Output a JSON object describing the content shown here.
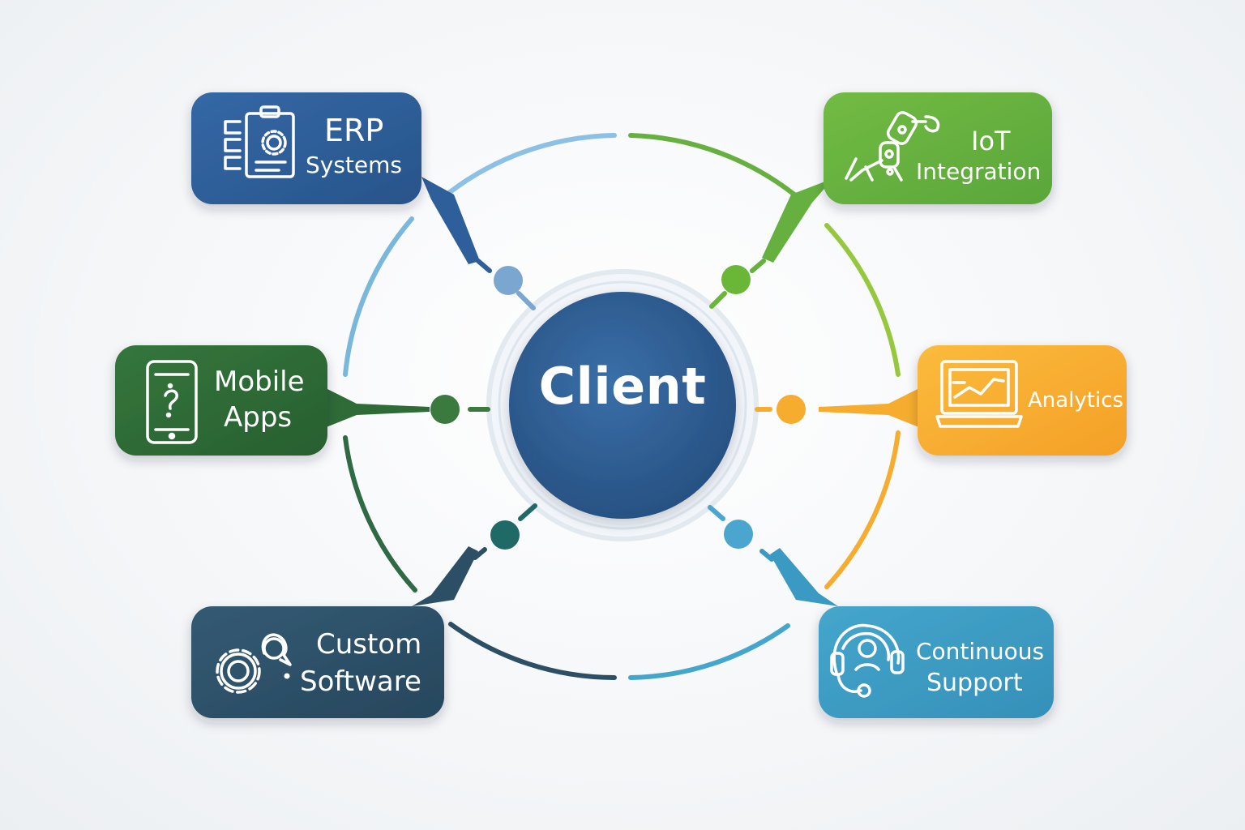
{
  "center": {
    "label": "Client",
    "color": "#2f5d93"
  },
  "nodes": [
    {
      "id": "erp",
      "line1": "ERP",
      "line2": "Systems",
      "icon": "clipboard-gear-icon",
      "color": "#2e5f9a"
    },
    {
      "id": "iot",
      "line1": "IoT",
      "line2": "Integration",
      "icon": "robot-arm-icon",
      "color": "#66b040"
    },
    {
      "id": "mobile",
      "line1": "Mobile",
      "line2": "Apps",
      "icon": "smartphone-icon",
      "color": "#2e6b36"
    },
    {
      "id": "analytics",
      "line1": "Analytics",
      "line2": "",
      "icon": "laptop-chart-icon",
      "color": "#f6ac2e"
    },
    {
      "id": "custom",
      "line1": "Custom",
      "line2": "Software",
      "icon": "gears-icon",
      "color": "#2c4f66"
    },
    {
      "id": "support",
      "line1": "Continuous",
      "line2": "Support",
      "icon": "headset-icon",
      "color": "#3b9ac2"
    }
  ]
}
